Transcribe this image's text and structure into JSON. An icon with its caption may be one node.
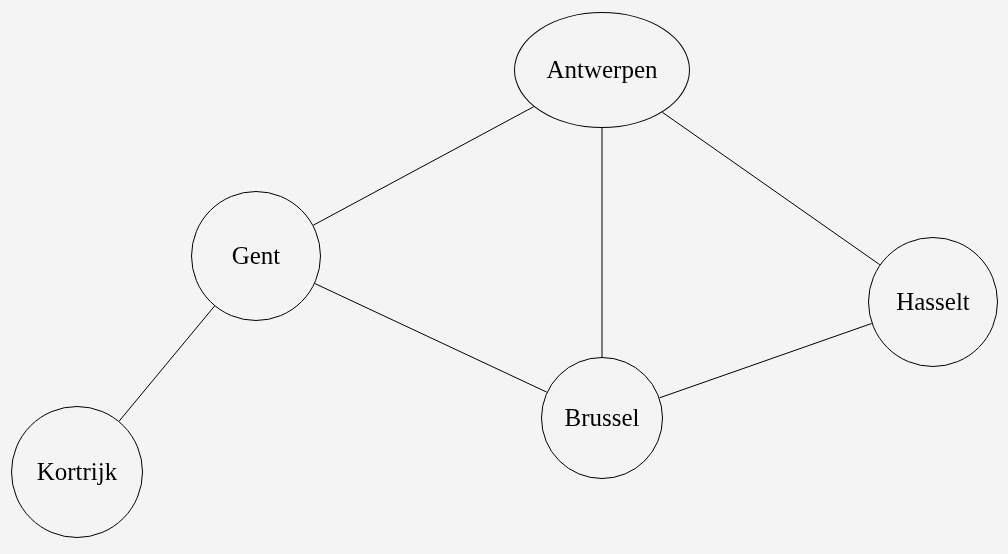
{
  "diagram": {
    "nodes": [
      {
        "text": [
          "Antwerpen"
        ]
      },
      {
        "text": [
          "Gent"
        ]
      },
      {
        "text": [
          "Hasselt"
        ]
      },
      {
        "text": [
          "Brussel"
        ]
      },
      {
        "text": [
          "Kortrijk"
        ]
      }
    ],
    "edges": [
      {
        "from": 0,
        "to": 1,
        "arrow": "none"
      },
      {
        "from": 0,
        "to": 3,
        "arrow": "none"
      },
      {
        "from": 0,
        "to": 2,
        "arrow": "none"
      },
      {
        "from": 1,
        "to": 3,
        "arrow": "none"
      },
      {
        "from": 1,
        "to": 4,
        "arrow": "none"
      },
      {
        "from": 3,
        "to": 2,
        "arrow": "none"
      }
    ]
  }
}
